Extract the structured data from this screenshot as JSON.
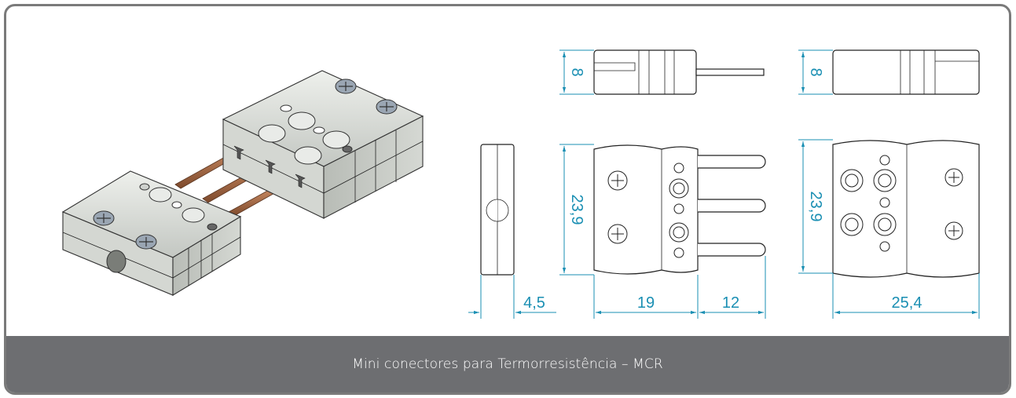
{
  "caption": "Mini conectores para Termorresistência – MCR",
  "dimensions": {
    "height_top_left": "8",
    "height_top_right": "8",
    "height_front_left": "23,9",
    "height_front_right": "23,9",
    "side_width": "4,5",
    "body_width": "19",
    "pin_length": "12",
    "socket_width": "25,4"
  },
  "colors": {
    "dimension": "#1a8fb3",
    "caption_bg": "#6d6e71",
    "frame": "#7a7a7a",
    "connector_body": "#d9dcd8",
    "pin": "#a86a45"
  }
}
